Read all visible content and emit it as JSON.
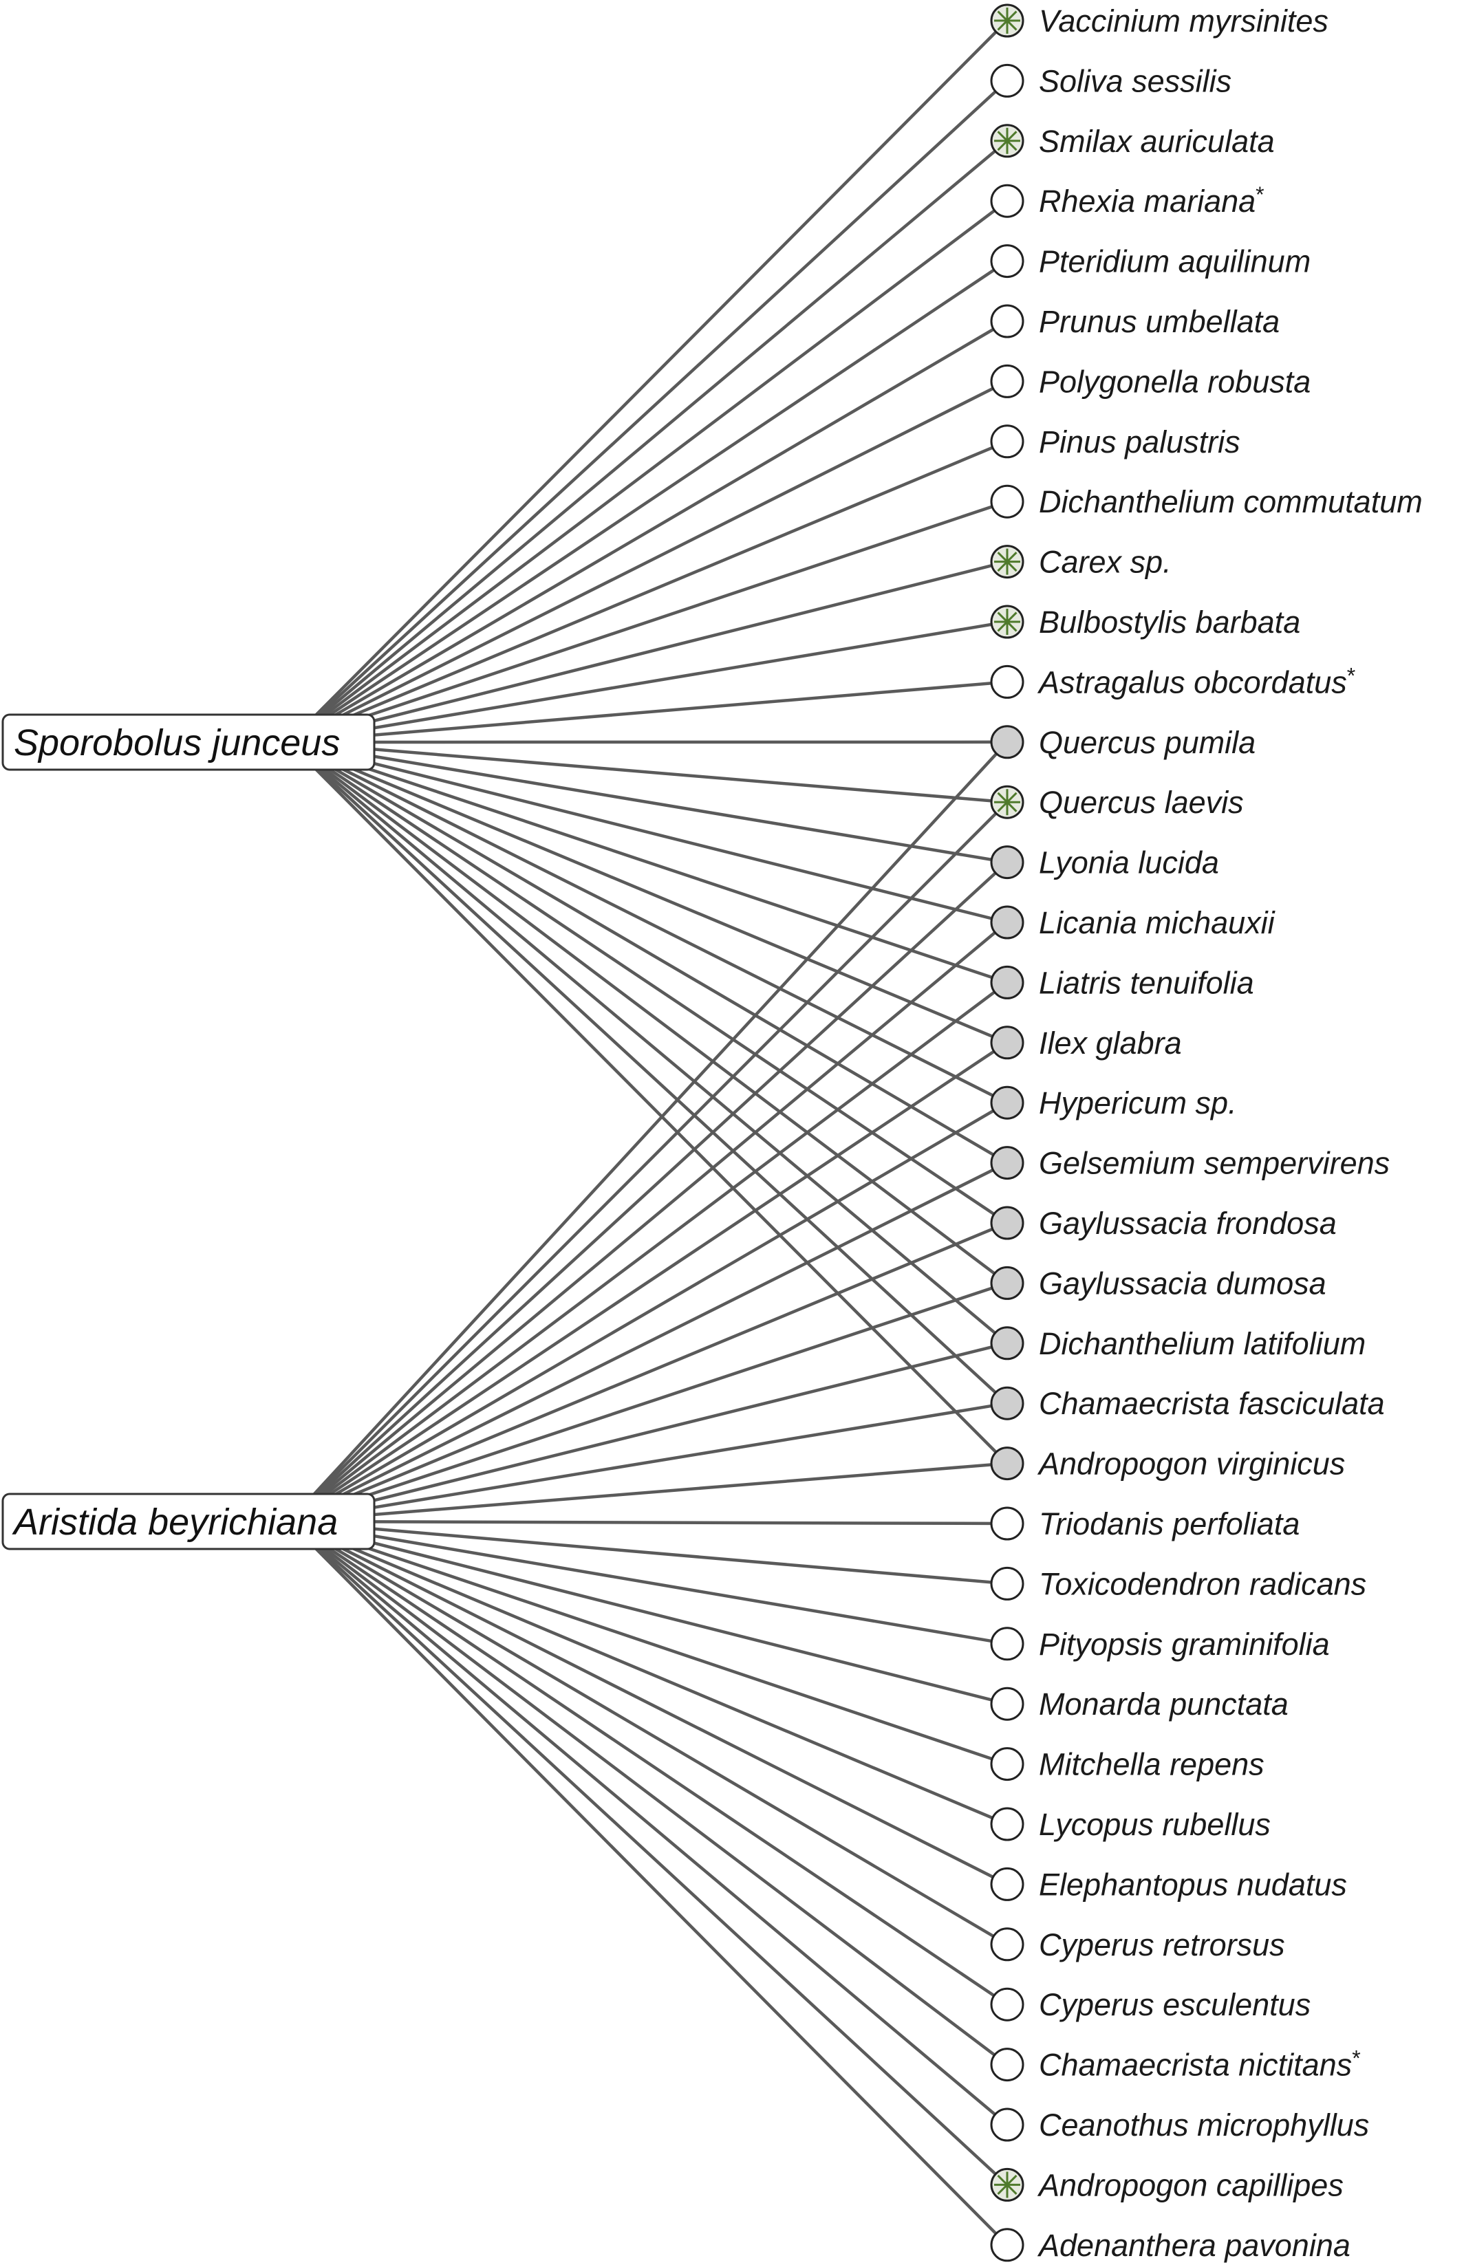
{
  "colors": {
    "edge": "#5a5a5a",
    "node_stroke": "#222222",
    "node_unique": "#ffffff",
    "node_shared": "#cfcfcf",
    "node_marked_fill": "#e6eadf",
    "node_marked_star": "#4f7a2c"
  },
  "hubs": [
    {
      "id": "sporobolus",
      "label": "Sporobolus junceus"
    },
    {
      "id": "aristida",
      "label": "Aristida beyrichiana"
    }
  ],
  "species": [
    {
      "name": "Vaccinium myrsinites",
      "asterisk": false,
      "type": "unique",
      "marked": true,
      "links": [
        "sporobolus"
      ]
    },
    {
      "name": "Soliva sessilis",
      "asterisk": false,
      "type": "unique",
      "marked": false,
      "links": [
        "sporobolus"
      ]
    },
    {
      "name": "Smilax auriculata",
      "asterisk": false,
      "type": "unique",
      "marked": true,
      "links": [
        "sporobolus"
      ]
    },
    {
      "name": "Rhexia mariana",
      "asterisk": true,
      "type": "unique",
      "marked": false,
      "links": [
        "sporobolus"
      ]
    },
    {
      "name": "Pteridium aquilinum",
      "asterisk": false,
      "type": "unique",
      "marked": false,
      "links": [
        "sporobolus"
      ]
    },
    {
      "name": "Prunus umbellata",
      "asterisk": false,
      "type": "unique",
      "marked": false,
      "links": [
        "sporobolus"
      ]
    },
    {
      "name": "Polygonella robusta",
      "asterisk": false,
      "type": "unique",
      "marked": false,
      "links": [
        "sporobolus"
      ]
    },
    {
      "name": "Pinus palustris",
      "asterisk": false,
      "type": "unique",
      "marked": false,
      "links": [
        "sporobolus"
      ]
    },
    {
      "name": "Dichanthelium commutatum",
      "asterisk": false,
      "type": "unique",
      "marked": false,
      "links": [
        "sporobolus"
      ]
    },
    {
      "name": "Carex sp.",
      "asterisk": false,
      "type": "unique",
      "marked": true,
      "links": [
        "sporobolus"
      ]
    },
    {
      "name": "Bulbostylis barbata",
      "asterisk": false,
      "type": "unique",
      "marked": true,
      "links": [
        "sporobolus"
      ]
    },
    {
      "name": "Astragalus obcordatus",
      "asterisk": true,
      "type": "unique",
      "marked": false,
      "links": [
        "sporobolus"
      ]
    },
    {
      "name": "Quercus pumila",
      "asterisk": false,
      "type": "shared",
      "marked": false,
      "links": [
        "sporobolus",
        "aristida"
      ]
    },
    {
      "name": "Quercus laevis",
      "asterisk": false,
      "type": "shared",
      "marked": true,
      "links": [
        "sporobolus",
        "aristida"
      ]
    },
    {
      "name": "Lyonia lucida",
      "asterisk": false,
      "type": "shared",
      "marked": false,
      "links": [
        "sporobolus",
        "aristida"
      ]
    },
    {
      "name": "Licania michauxii",
      "asterisk": false,
      "type": "shared",
      "marked": false,
      "links": [
        "sporobolus",
        "aristida"
      ]
    },
    {
      "name": "Liatris tenuifolia",
      "asterisk": false,
      "type": "shared",
      "marked": false,
      "links": [
        "sporobolus",
        "aristida"
      ]
    },
    {
      "name": "Ilex glabra",
      "asterisk": false,
      "type": "shared",
      "marked": false,
      "links": [
        "sporobolus",
        "aristida"
      ]
    },
    {
      "name": "Hypericum sp.",
      "asterisk": false,
      "type": "shared",
      "marked": false,
      "links": [
        "sporobolus",
        "aristida"
      ]
    },
    {
      "name": "Gelsemium sempervirens",
      "asterisk": false,
      "type": "shared",
      "marked": false,
      "links": [
        "sporobolus",
        "aristida"
      ]
    },
    {
      "name": "Gaylussacia frondosa",
      "asterisk": false,
      "type": "shared",
      "marked": false,
      "links": [
        "sporobolus",
        "aristida"
      ]
    },
    {
      "name": "Gaylussacia dumosa",
      "asterisk": false,
      "type": "shared",
      "marked": false,
      "links": [
        "sporobolus",
        "aristida"
      ]
    },
    {
      "name": "Dichanthelium latifolium",
      "asterisk": false,
      "type": "shared",
      "marked": false,
      "links": [
        "sporobolus",
        "aristida"
      ]
    },
    {
      "name": "Chamaecrista fasciculata",
      "asterisk": false,
      "type": "shared",
      "marked": false,
      "links": [
        "sporobolus",
        "aristida"
      ]
    },
    {
      "name": "Andropogon virginicus",
      "asterisk": false,
      "type": "shared",
      "marked": false,
      "links": [
        "sporobolus",
        "aristida"
      ]
    },
    {
      "name": "Triodanis perfoliata",
      "asterisk": false,
      "type": "unique",
      "marked": false,
      "links": [
        "aristida"
      ]
    },
    {
      "name": "Toxicodendron radicans",
      "asterisk": false,
      "type": "unique",
      "marked": false,
      "links": [
        "aristida"
      ]
    },
    {
      "name": "Pityopsis graminifolia",
      "asterisk": false,
      "type": "unique",
      "marked": false,
      "links": [
        "aristida"
      ]
    },
    {
      "name": "Monarda punctata",
      "asterisk": false,
      "type": "unique",
      "marked": false,
      "links": [
        "aristida"
      ]
    },
    {
      "name": "Mitchella repens",
      "asterisk": false,
      "type": "unique",
      "marked": false,
      "links": [
        "aristida"
      ]
    },
    {
      "name": "Lycopus rubellus",
      "asterisk": false,
      "type": "unique",
      "marked": false,
      "links": [
        "aristida"
      ]
    },
    {
      "name": "Elephantopus nudatus",
      "asterisk": false,
      "type": "unique",
      "marked": false,
      "links": [
        "aristida"
      ]
    },
    {
      "name": "Cyperus retrorsus",
      "asterisk": false,
      "type": "unique",
      "marked": false,
      "links": [
        "aristida"
      ]
    },
    {
      "name": "Cyperus esculentus",
      "asterisk": false,
      "type": "unique",
      "marked": false,
      "links": [
        "aristida"
      ]
    },
    {
      "name": "Chamaecrista nictitans",
      "asterisk": true,
      "type": "unique",
      "marked": false,
      "links": [
        "aristida"
      ]
    },
    {
      "name": "Ceanothus microphyllus",
      "asterisk": false,
      "type": "unique",
      "marked": false,
      "links": [
        "aristida"
      ]
    },
    {
      "name": "Andropogon capillipes",
      "asterisk": false,
      "type": "unique",
      "marked": true,
      "links": [
        "aristida"
      ]
    },
    {
      "name": "Adenanthera pavonina",
      "asterisk": false,
      "type": "unique",
      "marked": false,
      "links": [
        "aristida"
      ]
    }
  ]
}
